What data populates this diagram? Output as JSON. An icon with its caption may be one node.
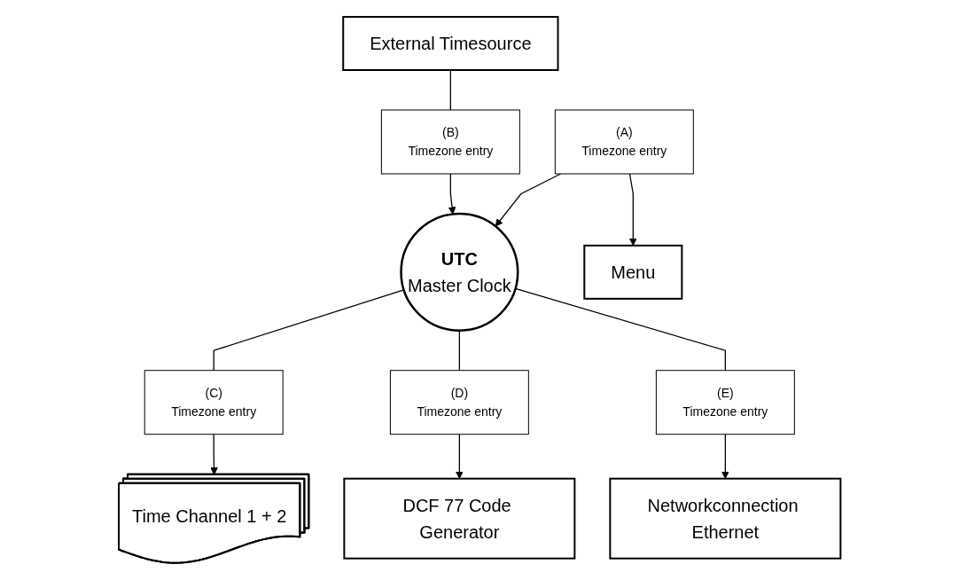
{
  "diagram": {
    "nodes": [
      {
        "text": [
          "External Timesource"
        ]
      },
      {
        "text": [
          "(B)",
          "Timezone entry"
        ]
      },
      {
        "text": [
          "UTC",
          "Master Clock"
        ]
      },
      {
        "text": [
          "(A)",
          "Timezone entry"
        ]
      },
      {
        "text": [
          "Menu"
        ]
      },
      {
        "text": [
          "(C)",
          "Timezone entry"
        ]
      },
      {
        "text": [
          "(D)",
          "Timezone entry"
        ]
      },
      {
        "text": [
          "(E)",
          "Timezone entry"
        ]
      },
      {
        "text": [
          "Time Channel 1 + 2"
        ]
      },
      {
        "text": [
          "DCF 77 Code Generator"
        ]
      },
      {
        "text": [
          "Networkconnection Ethernet"
        ]
      }
    ],
    "edges": [
      {
        "from": 0,
        "to": 1,
        "arrow": "none"
      },
      {
        "from": 1,
        "to": 2,
        "arrow": "to"
      },
      {
        "from": 3,
        "to": 2,
        "arrow": "to"
      },
      {
        "from": 3,
        "to": 4,
        "arrow": "to"
      },
      {
        "from": 2,
        "to": 5,
        "arrow": "none"
      },
      {
        "from": 5,
        "to": 8,
        "arrow": "to"
      },
      {
        "from": 2,
        "to": 6,
        "arrow": "none"
      },
      {
        "from": 6,
        "to": 9,
        "arrow": "to"
      },
      {
        "from": 2,
        "to": 7,
        "arrow": "none"
      },
      {
        "from": 7,
        "to": 10,
        "arrow": "to"
      }
    ]
  }
}
